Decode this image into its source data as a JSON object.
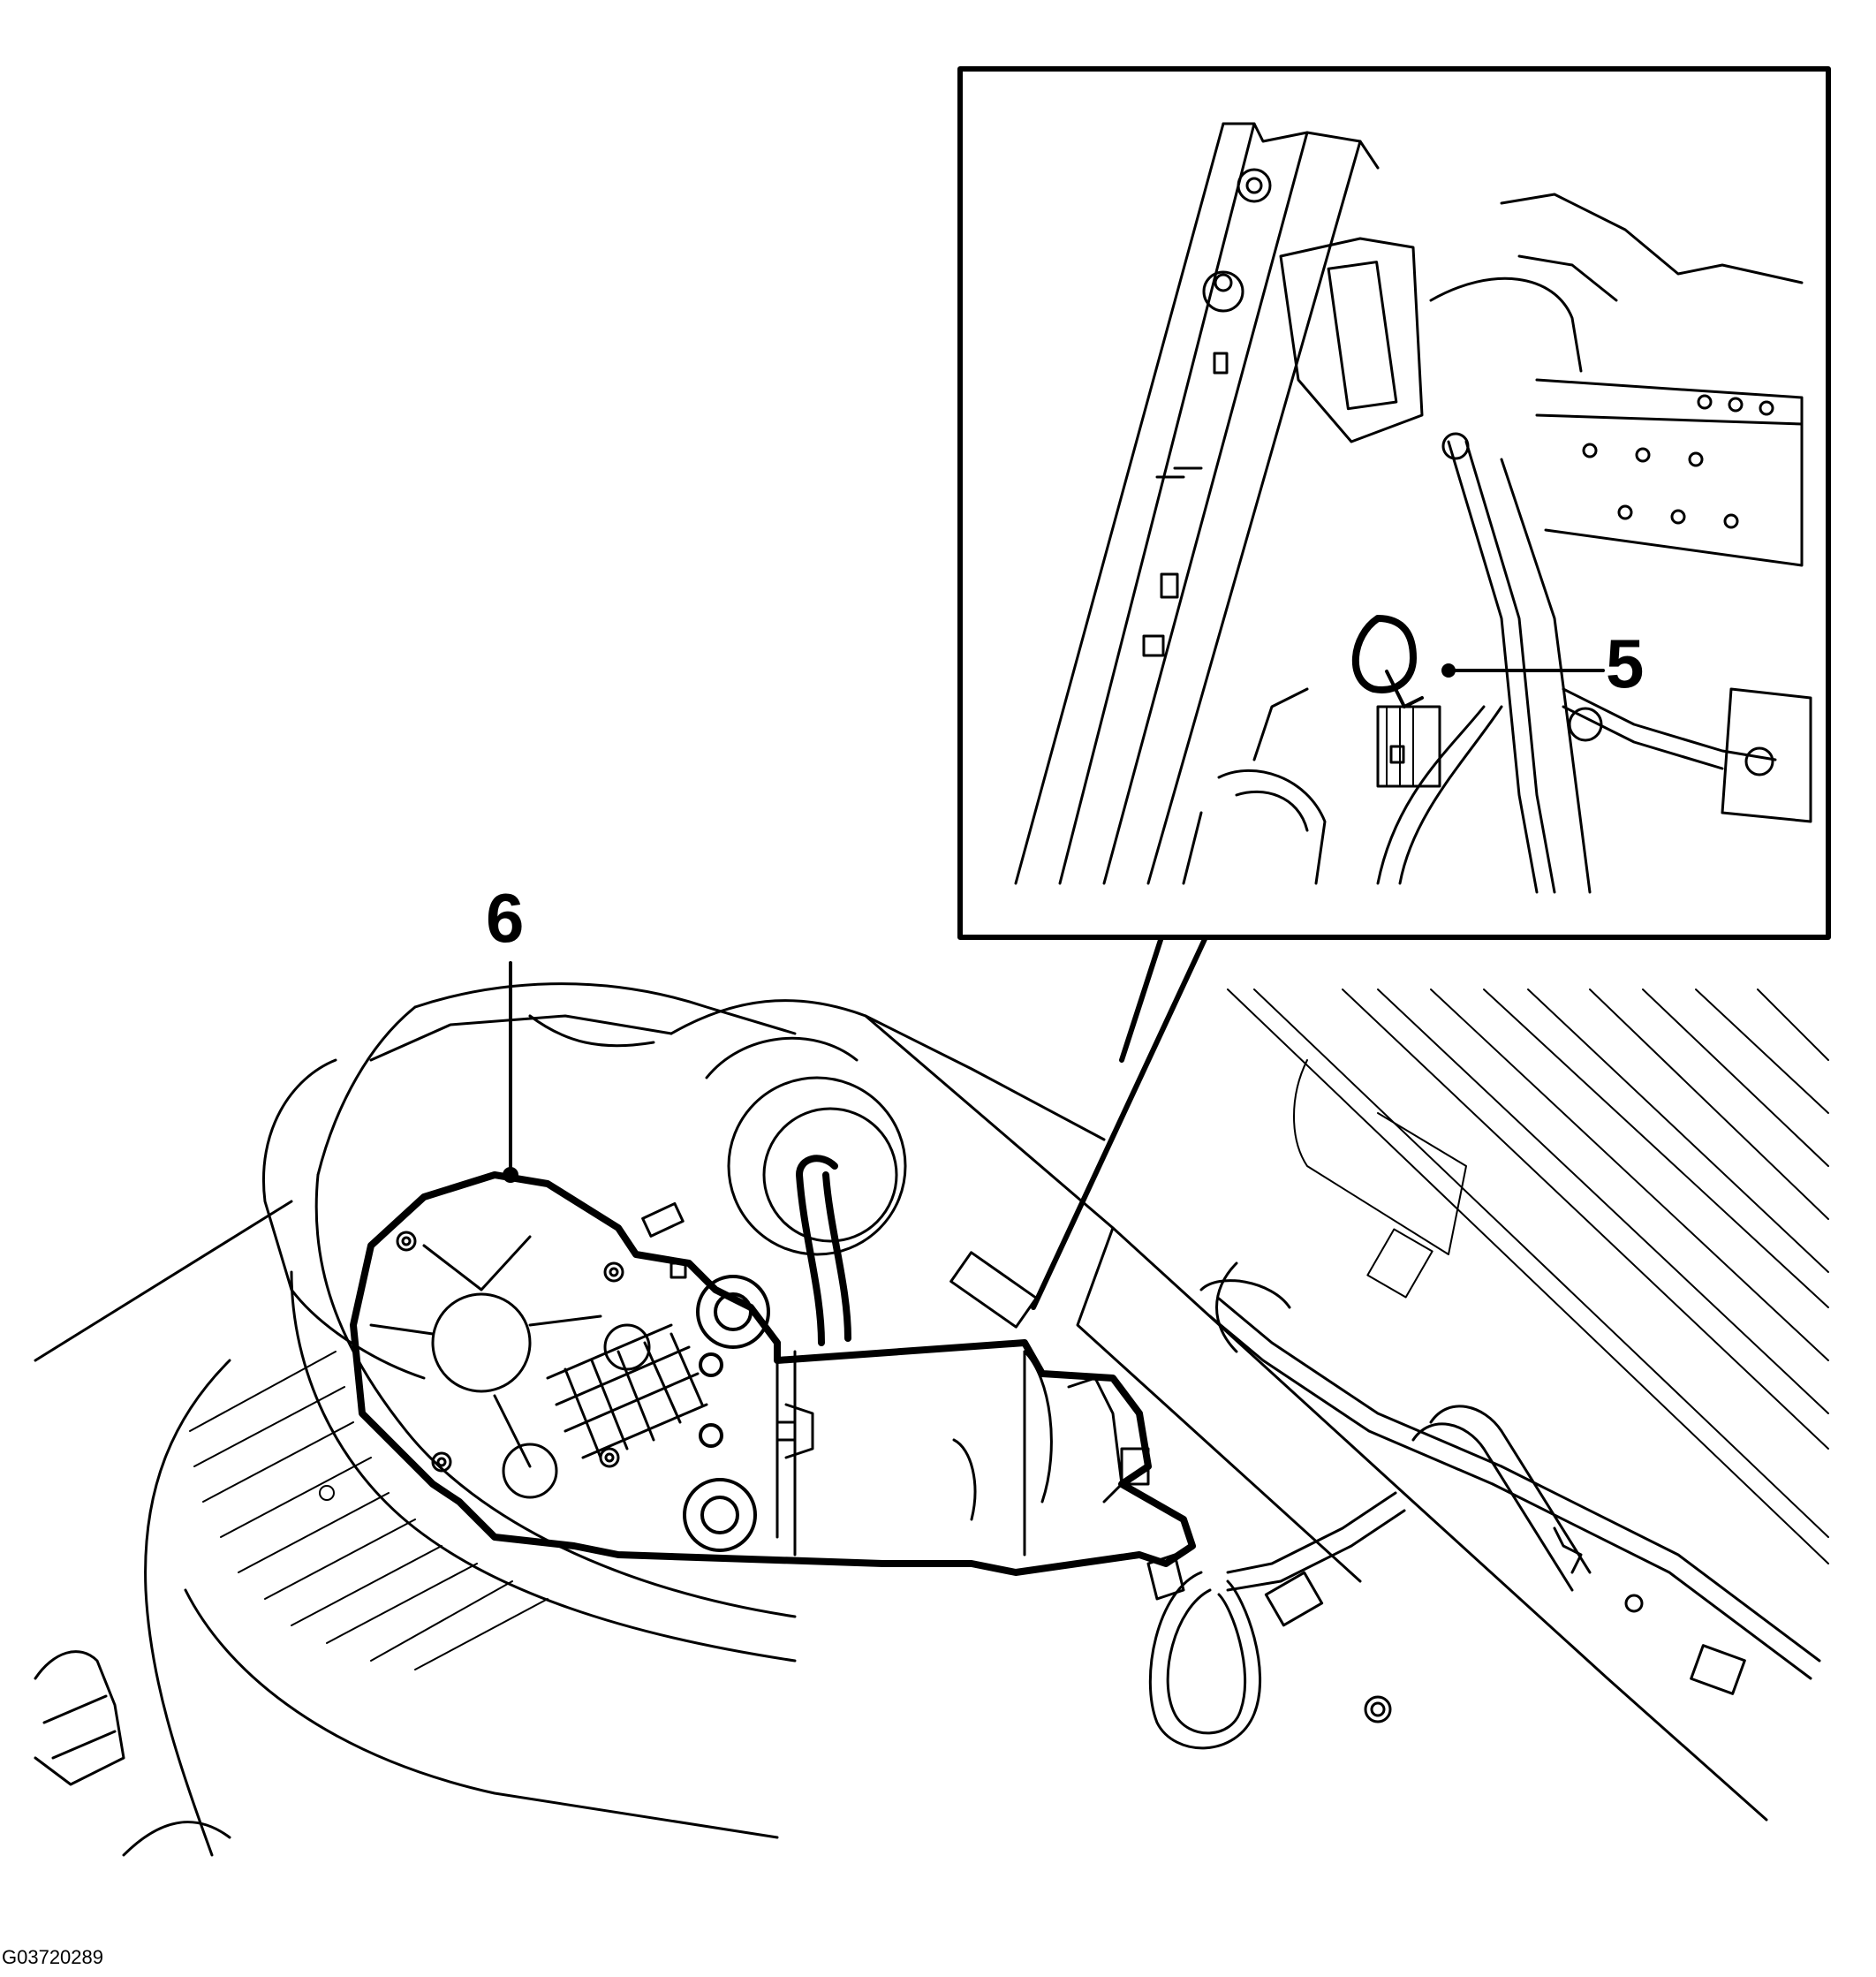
{
  "callouts": {
    "label_6": "6",
    "label_5": "5"
  },
  "figure_id": "G03720289",
  "colors": {
    "stroke": "#000000",
    "background": "#ffffff"
  }
}
